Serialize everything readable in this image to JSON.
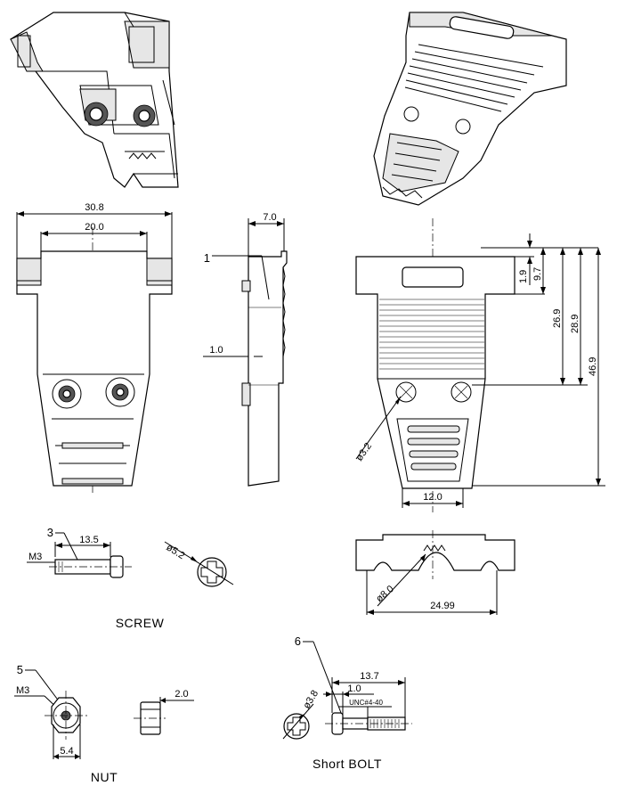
{
  "dims": {
    "width_total": "30.8",
    "width_inner": "20.0",
    "side_depth": "7.0",
    "wall": "1.0",
    "h1": "1.9",
    "h2": "9.7",
    "h3": "26.9",
    "h4": "28.9",
    "h5": "46.9",
    "hole_dia": "ø3.2",
    "bottom_w": "12.0",
    "screw_len": "13.5",
    "screw_dia": "ø5.2",
    "arc_dia": "ø8.0",
    "arc_w": "24.99",
    "nut_thread": "M3",
    "nut_w": "5.4",
    "nut_t": "2.0",
    "screw_thread": "M3",
    "bolt_dia": "ø3.8",
    "bolt_len": "13.7",
    "bolt_head": "1.0",
    "bolt_thread": "UNC#4-40"
  },
  "callouts": {
    "c1": "1",
    "c3": "3",
    "c5": "5",
    "c6": "6"
  },
  "captions": {
    "screw": "SCREW",
    "nut": "NUT",
    "bolt": "Short BOLT"
  }
}
